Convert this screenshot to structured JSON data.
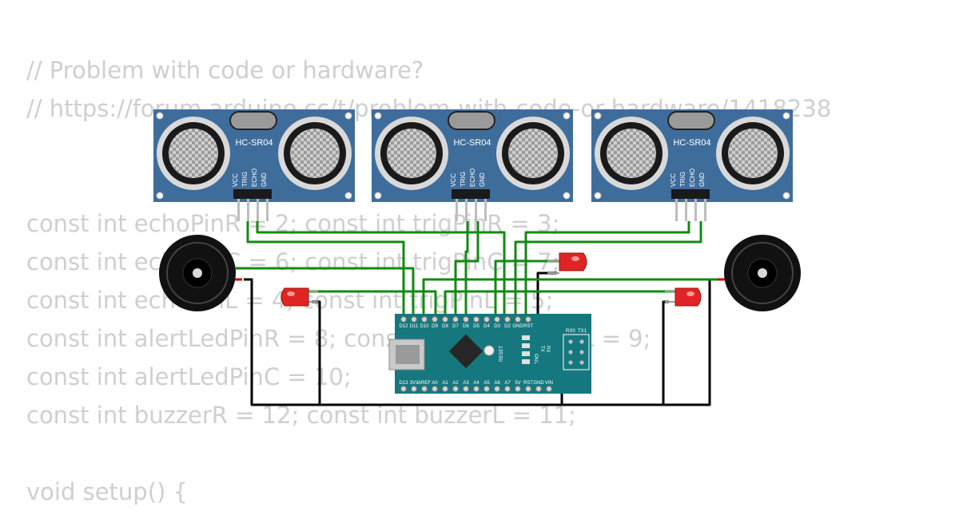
{
  "code_lines": [
    "// Problem with code or hardware?",
    "// https://forum.arduino.cc/t/problem-with-code-or-hardware/1418238",
    "const int echoPinR = 2; const int trigPinR = 3;",
    "const int echoPinC = 6; const int trigPinC = 7;",
    "const int echoPinL = 4; const int trigPinL = 5;",
    "const int alertLedPinR = 8; const int alertLedPinL = 9;",
    "const int alertLedPinC = 10;",
    "const int buzzerR = 12; const int buzzerL = 11;",
    "void setup() {"
  ],
  "sensor": {
    "model": "HC-SR04",
    "pins": [
      "VCC",
      "TRIG",
      "ECHO",
      "GND"
    ]
  },
  "arduino_nano": {
    "top_pins": [
      "D12",
      "D11",
      "D10",
      "D9",
      "D8",
      "D7",
      "D6",
      "D5",
      "D4",
      "D3",
      "D2",
      "GND",
      "RST"
    ],
    "bottom_pins": [
      "D13",
      "3V3",
      "AREF",
      "A0",
      "A1",
      "A2",
      "A3",
      "A4",
      "A5",
      "A6",
      "A7",
      "5V",
      "RST",
      "GND",
      "VIN"
    ],
    "header_labels": [
      "RX0",
      "TX1"
    ],
    "led_labels": [
      "TX",
      "RX",
      "ON",
      "L"
    ],
    "reset_label": "RESET"
  },
  "colors": {
    "code_text": "#cfcfcf",
    "sensor_board": "#3e6d9c",
    "arduino_board": "#16787f",
    "wire_signal": "#138a13",
    "wire_ground": "#000000",
    "wire_power": "#d40000",
    "led": "#e02424",
    "buzzer": "#111111"
  }
}
